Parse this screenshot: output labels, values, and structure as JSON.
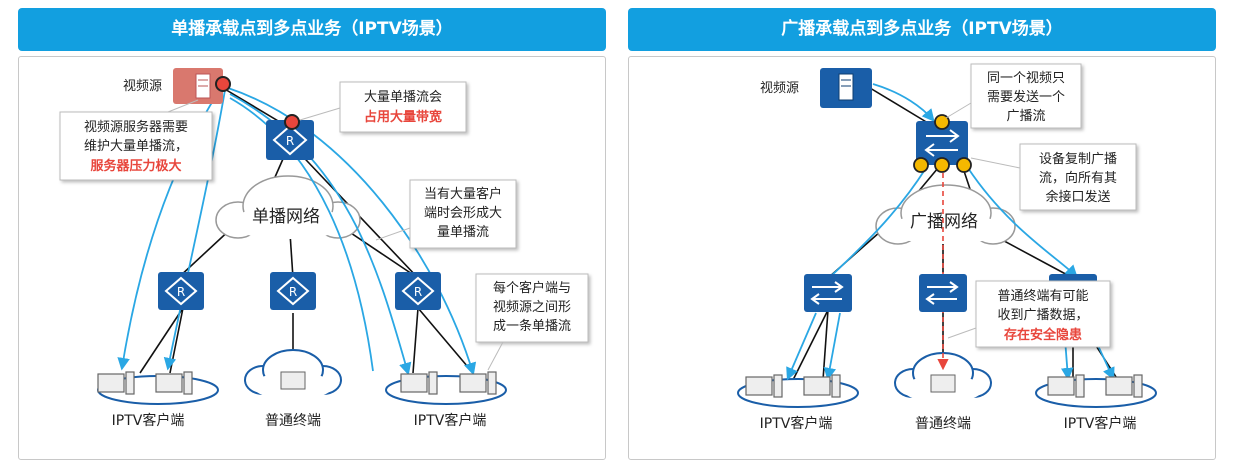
{
  "left": {
    "title": "单播承载点到多点业务（IPTV场景）",
    "source_label": "视频源",
    "cloud_label": "单播网络",
    "router_glyph": "R",
    "clients_left": "IPTV客户端",
    "terminal": "普通终端",
    "clients_right": "IPTV客户端",
    "callout_server": {
      "lines": [
        "视频源服务器需要",
        "维护大量单播流，"
      ],
      "highlight": "服务器压力极大"
    },
    "callout_bandwidth": {
      "lines": [
        "大量单播流会"
      ],
      "highlight": "占用大量带宽"
    },
    "callout_many": {
      "lines": [
        "当有大量客户",
        "端时会形成大",
        "量单播流"
      ]
    },
    "callout_each": {
      "lines": [
        "每个客户端与",
        "视频源之间形",
        "成一条单播流"
      ]
    }
  },
  "right": {
    "title": "广播承载点到多点业务（IPTV场景）",
    "source_label": "视频源",
    "cloud_label": "广播网络",
    "clients_left": "IPTV客户端",
    "terminal": "普通终端",
    "clients_right": "IPTV客户端",
    "callout_once": {
      "lines": [
        "同一个视频只",
        "需要发送一个",
        "广播流"
      ]
    },
    "callout_copy": {
      "lines": [
        "设备复制广播",
        "流，向所有其",
        "余接口发送"
      ]
    },
    "callout_risk": {
      "lines": [
        "普通终端有可能",
        "收到广播数据，"
      ],
      "highlight": "存在安全隐患"
    }
  },
  "colors": {
    "header": "#129fe0",
    "device": "#1a5ea8",
    "flow": "#2aa7e4",
    "highlight": "#e8463c",
    "server": "#d9786e",
    "port": "#f5b800"
  }
}
